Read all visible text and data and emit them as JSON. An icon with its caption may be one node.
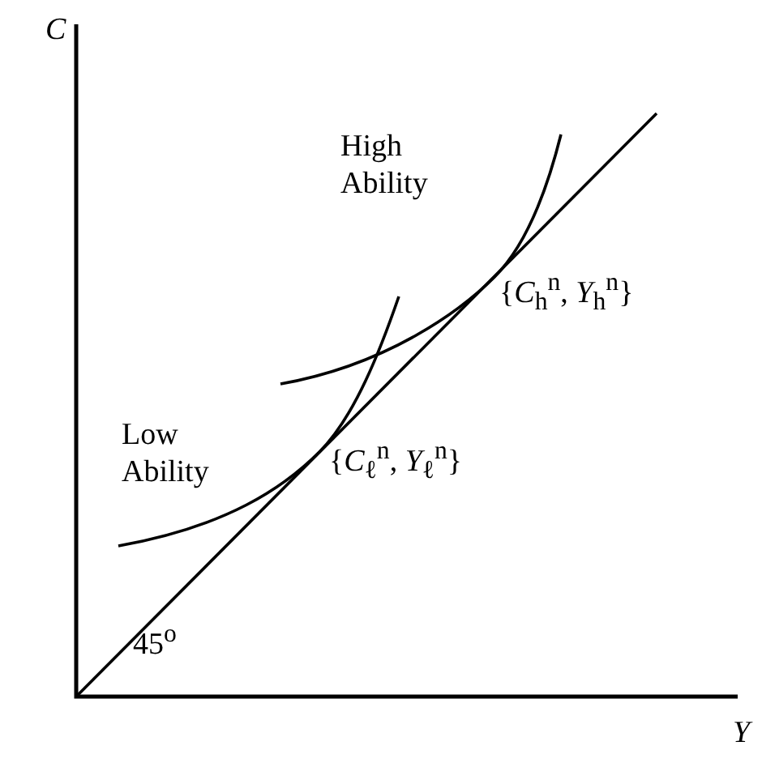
{
  "diagram": {
    "labels": [
      "C",
      "High Ability",
      "{*C*$_{h}$$^{n}$, *Y*$_{h}$$^{n}$}",
      "Low Ability",
      "{*C*$_{ℓ}$$^{n}$, *Y*$_{ℓ}$$^{n}$}",
      "45$^{o}$",
      "Y"
    ]
  }
}
